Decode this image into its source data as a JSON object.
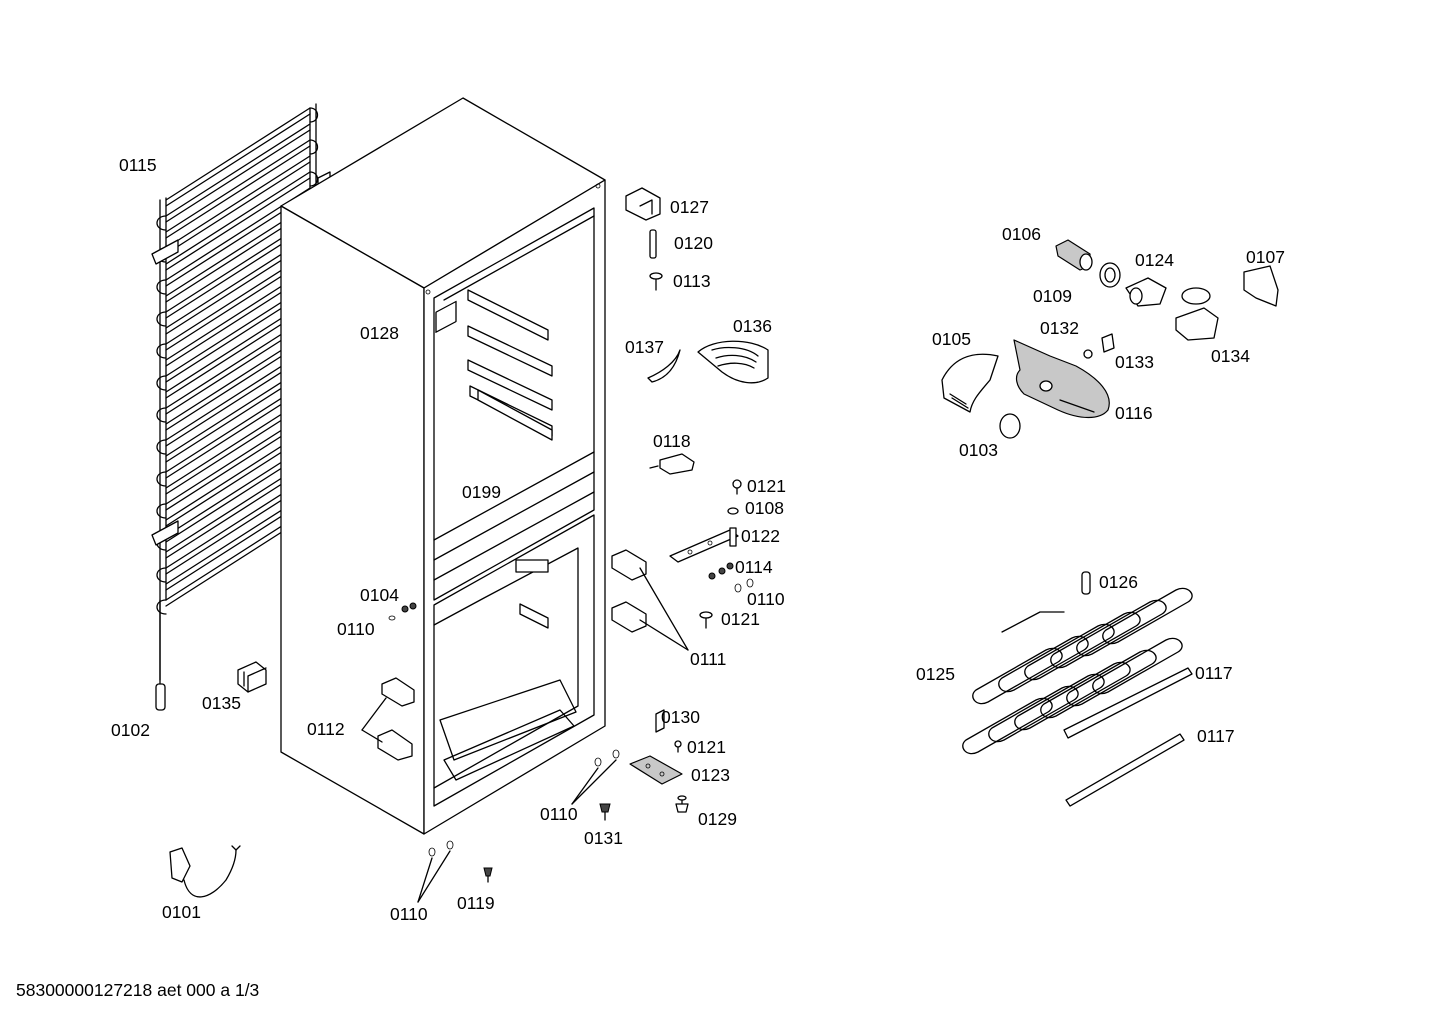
{
  "diagram": {
    "labels": {
      "l0115": "0115",
      "l0102": "0102",
      "l0135": "0135",
      "l0101": "0101",
      "l0128": "0128",
      "l0199": "0199",
      "l0104": "0104",
      "l0110_a": "0110",
      "l0112": "0112",
      "l0110_b": "0110",
      "l0119": "0119",
      "l0127": "0127",
      "l0120": "0120",
      "l0113": "0113",
      "l0137": "0137",
      "l0136": "0136",
      "l0118": "0118",
      "l0121_a": "0121",
      "l0108": "0108",
      "l0122": "0122",
      "l0114": "0114",
      "l0110_c": "0110",
      "l0121_b": "0121",
      "l0111": "0111",
      "l0130": "0130",
      "l0121_c": "0121",
      "l0123": "0123",
      "l0110_d": "0110",
      "l0131": "0131",
      "l0129": "0129",
      "l0106": "0106",
      "l0124": "0124",
      "l0107": "0107",
      "l0109": "0109",
      "l0132": "0132",
      "l0105": "0105",
      "l0133": "0133",
      "l0134": "0134",
      "l0116": "0116",
      "l0103": "0103",
      "l0126": "0126",
      "l0125": "0125",
      "l0117_a": "0117",
      "l0117_b": "0117"
    }
  },
  "footer": {
    "document_id": "58300000127218 aet 000 a 1/3"
  }
}
